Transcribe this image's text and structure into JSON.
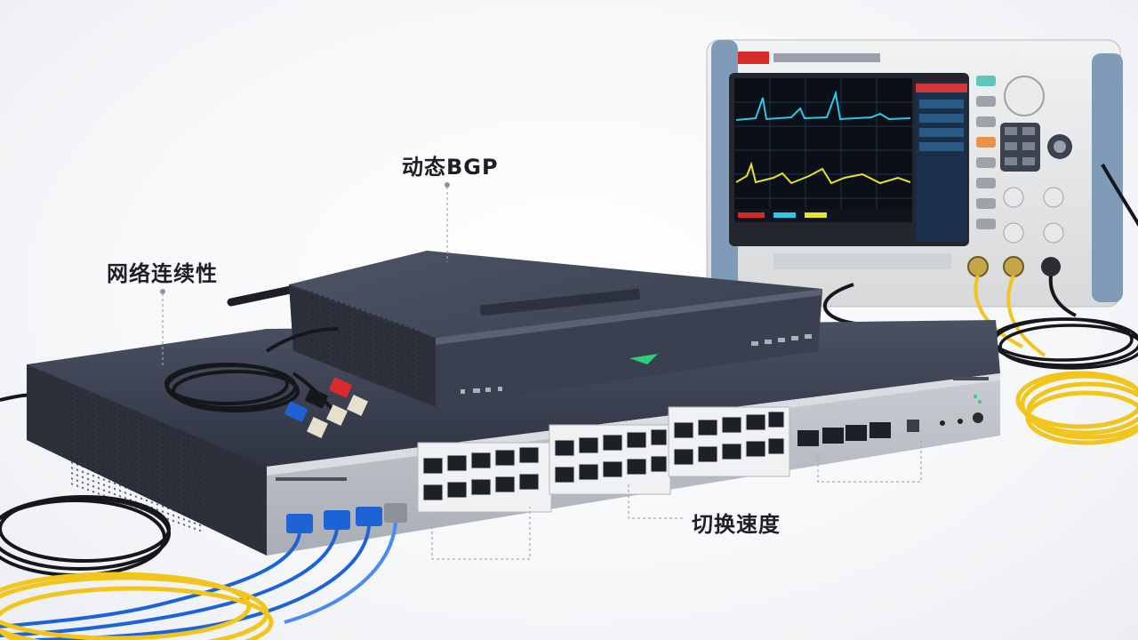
{
  "callouts": {
    "dynamic_bgp": "动态BGP",
    "network_continuity": "网络连续性",
    "switch_speed": "切换速度"
  },
  "colors": {
    "background": "#f4f5f7",
    "switch_body": "#3b4150",
    "router_body": "#3d4352",
    "fiber_yellow": "#f2c51c",
    "cable_blue": "#1e63d6",
    "led_green": "#2fd07a",
    "scope_trace_cyan": "#2ec8e6",
    "scope_trace_yellow": "#e7e22a"
  },
  "icons": [
    "antenna",
    "rj45-port",
    "sfp-port",
    "oscilloscope-knob",
    "led-indicator"
  ]
}
